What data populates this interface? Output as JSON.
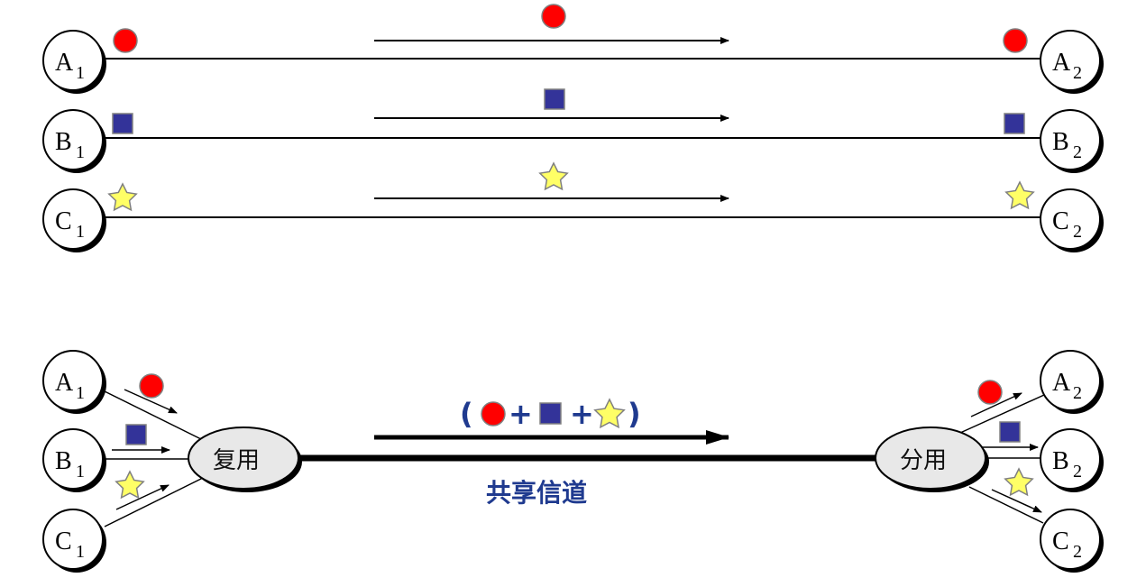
{
  "colors": {
    "circle_signal": "#ff0000",
    "square_signal": "#333399",
    "star_signal": "#ffff66",
    "symbol_outline": "#808080",
    "line": "#000000",
    "mux_fill": "#e8e8e8",
    "channel_text": "#1f3a8f"
  },
  "top_diagram": {
    "links": [
      {
        "left": {
          "letter": "A",
          "sub": "1"
        },
        "right": {
          "letter": "A",
          "sub": "2"
        },
        "signal": "circle"
      },
      {
        "left": {
          "letter": "B",
          "sub": "1"
        },
        "right": {
          "letter": "B",
          "sub": "2"
        },
        "signal": "square"
      },
      {
        "left": {
          "letter": "C",
          "sub": "1"
        },
        "right": {
          "letter": "C",
          "sub": "2"
        },
        "signal": "star"
      }
    ]
  },
  "bottom_diagram": {
    "senders": [
      {
        "letter": "A",
        "sub": "1",
        "signal": "circle"
      },
      {
        "letter": "B",
        "sub": "1",
        "signal": "square"
      },
      {
        "letter": "C",
        "sub": "1",
        "signal": "star"
      }
    ],
    "receivers": [
      {
        "letter": "A",
        "sub": "2",
        "signal": "circle"
      },
      {
        "letter": "B",
        "sub": "2",
        "signal": "square"
      },
      {
        "letter": "C",
        "sub": "2",
        "signal": "star"
      }
    ],
    "multiplexer_label": "复用",
    "demultiplexer_label": "分用",
    "combined_signal": {
      "open_paren": "(",
      "plus": "+",
      "close_paren": ")",
      "signals": [
        "circle",
        "square",
        "star"
      ]
    },
    "channel_label": "共享信道"
  }
}
